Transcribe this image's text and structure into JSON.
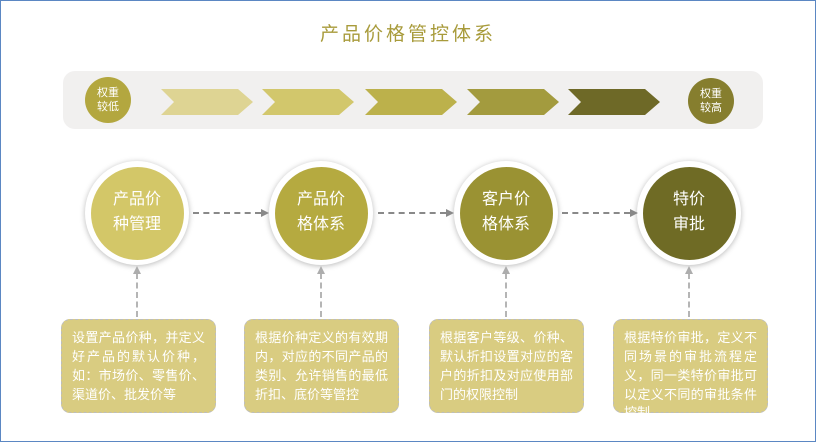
{
  "slide": {
    "title": "产品价格管控体系"
  },
  "weight_bar": {
    "left_badge": "权重\n较低",
    "left_badge_color": "#b3a73f",
    "right_badge": "权重\n较高",
    "right_badge_color": "#867e2e",
    "arrow_colors": [
      "#ded493",
      "#d2c76c",
      "#bcb14b",
      "#a39b3e",
      "#6e6927"
    ]
  },
  "boxes": {
    "fill": "#d9cc81"
  },
  "stages": [
    {
      "circle_label": "产品价\n种管理",
      "circle_color": "#d3c768",
      "description": "设置产品价种，并定义好产品的默认价种，如：市场价、零售价、渠道价、批发价等"
    },
    {
      "circle_label": "产品价\n格体系",
      "circle_color": "#b5aa40",
      "description": "根据价种定义的有效期内，对应的不同产品的类别、允许销售的最低折扣、底价等管控"
    },
    {
      "circle_label": "客户价\n格体系",
      "circle_color": "#9a9233",
      "description": "根据客户等级、价种、默认折扣设置对应的客户的折扣及对应使用部门的权限控制"
    },
    {
      "circle_label": "特价\n审批",
      "circle_color": "#6f6b25",
      "description": "根据特价审批，定义不同场景的审批流程定义，同一类特价审批可以定义不同的审批条件控制"
    }
  ]
}
